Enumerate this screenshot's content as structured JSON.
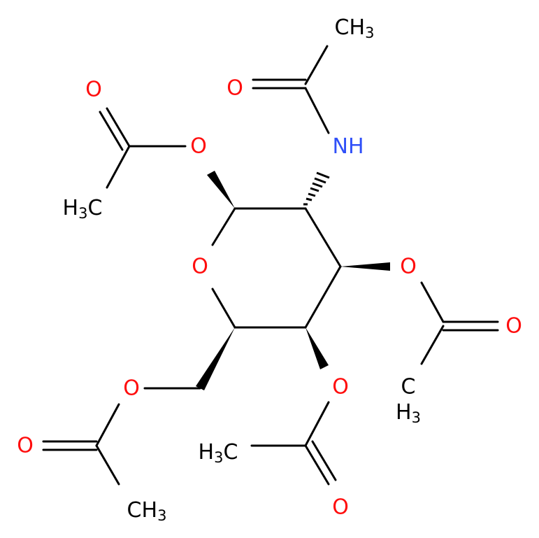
{
  "colors": {
    "bond": "#000000",
    "oxygen": "#ff0d0d",
    "nitrogen": "#3050f8",
    "carbon": "#000000"
  },
  "molecule": {
    "atoms": {
      "o_top_left_carbonyl": "O",
      "o_top_left_ester": "O",
      "ch3_top_left_c": "C",
      "o_amide": "O",
      "ch3_top_c": "CH",
      "ch3_top_sub": "3",
      "nh_n": "N",
      "nh_h": "H",
      "o_ring": "O",
      "o_right_ester": "O",
      "o_right_carbonyl": "O",
      "ch3_right_c": "C",
      "o_bottom_ester": "O",
      "o_bottom_carbonyl": "O",
      "ch3_bottom_c": "C",
      "o_left_ester": "O",
      "o_left_carbonyl": "O",
      "ch3_left_c": "CH",
      "ch3_left_sub": "3",
      "h_top_left": "H",
      "h_top_left_sub": "3",
      "h_right": "H",
      "h_right_sub": "3",
      "h_bottom": "H",
      "h_bottom_sub": "3"
    }
  }
}
